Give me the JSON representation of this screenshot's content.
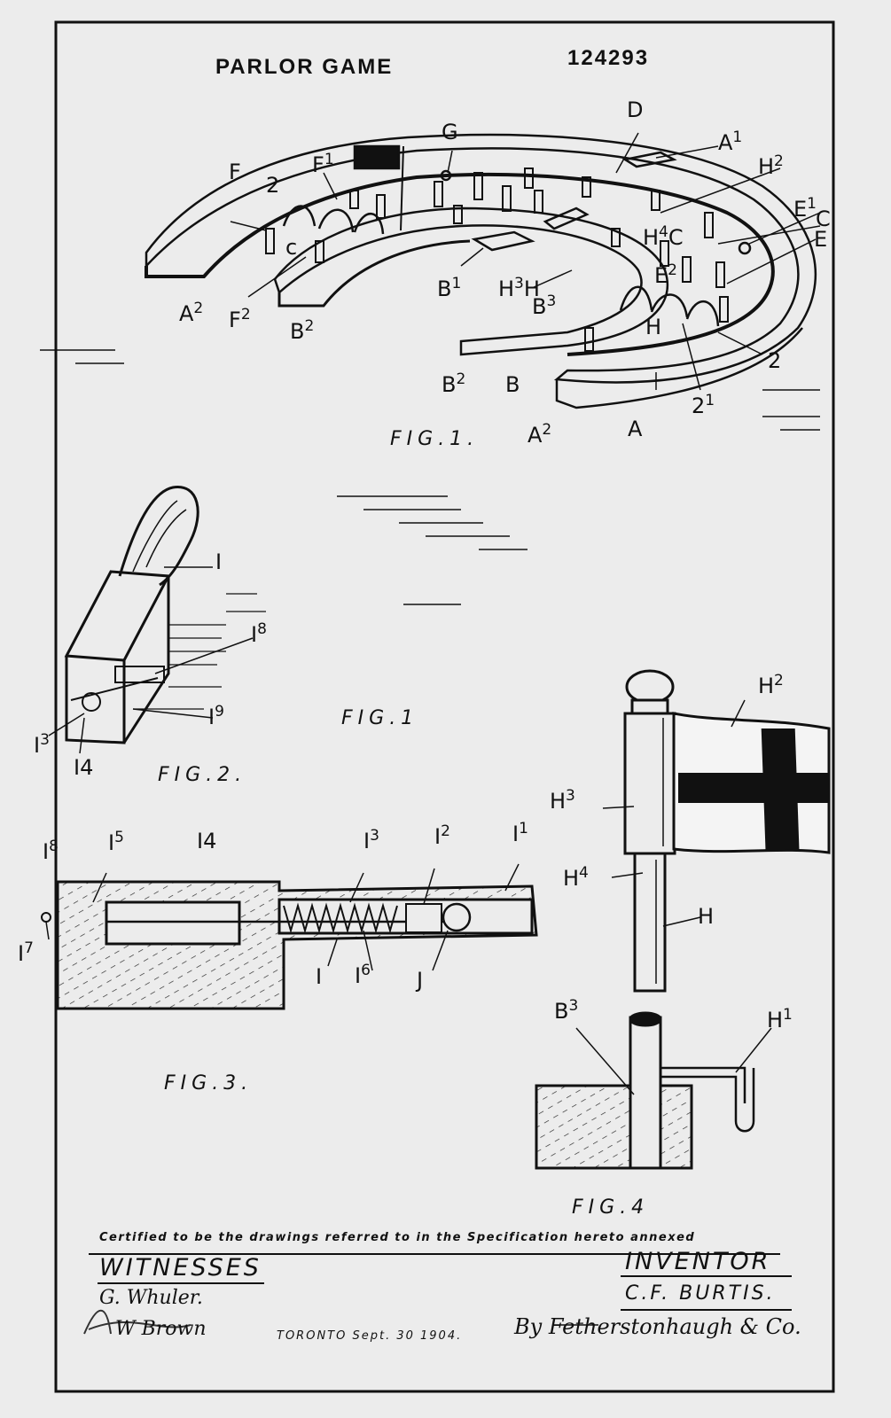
{
  "header": {
    "title": "PARLOR GAME",
    "number": "124293"
  },
  "fig1": {
    "caption": "FIG.1.",
    "refs": [
      "D",
      "A",
      "1",
      "G",
      "F",
      "2",
      "F",
      "1",
      "H",
      "2",
      "E",
      "1",
      "C",
      "E",
      "H",
      "4",
      "C",
      "E",
      "2",
      "c",
      "B",
      "1",
      "H",
      "3",
      "H",
      "B",
      "3",
      "A",
      "2",
      "F",
      "2",
      "B",
      "2",
      "H",
      "2",
      "B",
      "2",
      "B",
      "2",
      "1",
      "A",
      "2",
      "A"
    ]
  },
  "fig2": {
    "caption": "FIG.2.",
    "stray_caption": "FIG.1",
    "refs": [
      "I",
      "I",
      "8",
      "I",
      "9",
      "I",
      "3",
      "I",
      "4"
    ]
  },
  "fig3": {
    "caption": "FIG.3.",
    "refs": [
      "I",
      "8",
      "I",
      "5",
      "I",
      "4",
      "I",
      "3",
      "I",
      "2",
      "I",
      "1",
      "I",
      "7",
      "I",
      "6",
      "I",
      "J"
    ]
  },
  "fig4": {
    "caption": "FIG.4",
    "refs": [
      "H",
      "2",
      "H",
      "3",
      "H",
      "4",
      "H",
      "B",
      "3",
      "H",
      "1"
    ]
  },
  "footer": {
    "certified": "Certified to be the drawings referred to in the Specification hereto annexed",
    "witnesses_label": "WITNESSES",
    "witness1": "G. Whuler.",
    "witness2": "W Brown",
    "place_date": "TORONTO Sept. 30 1904.",
    "inventor_label": "INVENTOR",
    "inventor_name": "C.F. BURTIS.",
    "attorney": "By Fetherstonhaugh & Co."
  }
}
